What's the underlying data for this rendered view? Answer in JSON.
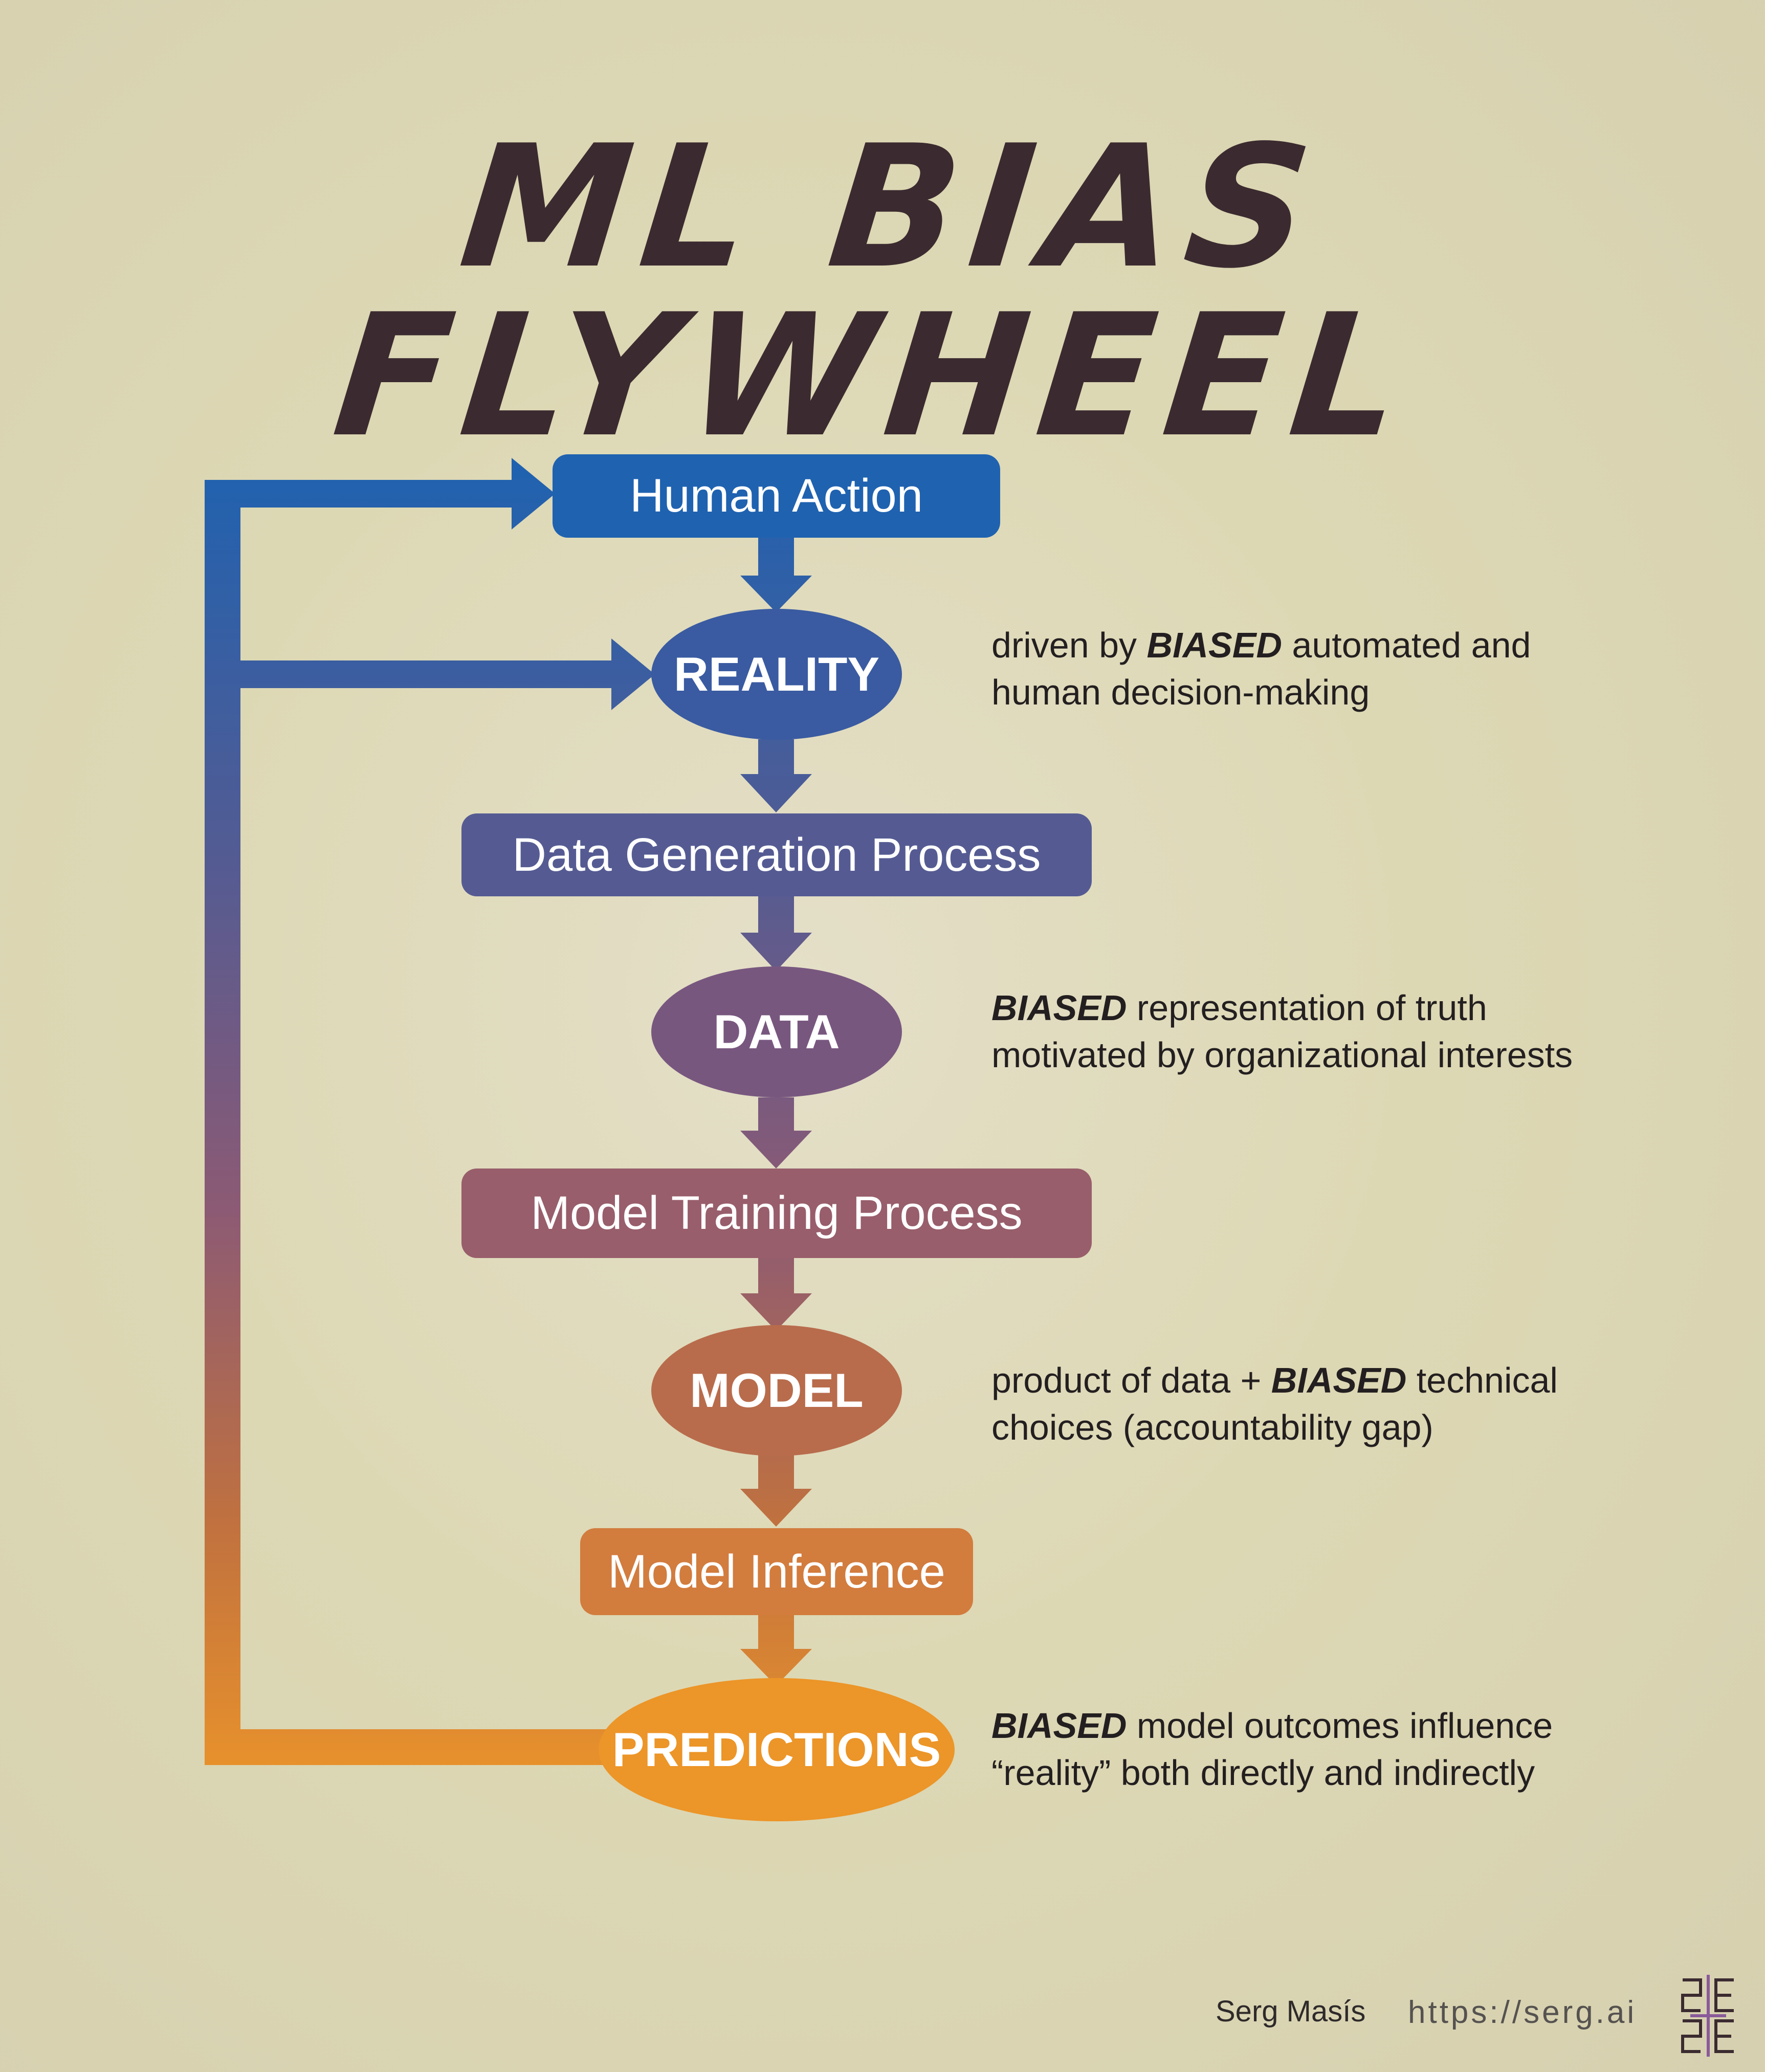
{
  "title": "ML BIAS FLYWHEEL",
  "flow": {
    "human_action": "Human Action",
    "reality": "REALITY",
    "data_generation_process": "Data Generation Process",
    "data": "DATA",
    "model_training_process": "Model Training Process",
    "model": "MODEL",
    "model_inference": "Model Inference",
    "predictions": "PREDICTIONS"
  },
  "notes": {
    "reality": {
      "emph": "BIASED",
      "line1_pre": "driven by ",
      "line1_post": " automated and",
      "line2": "human decision-making"
    },
    "data": {
      "emph": "BIASED",
      "line1_post": " representation of truth",
      "line2": "motivated by organizational interests"
    },
    "model": {
      "emph": "BIASED",
      "line1_pre": "product of data + ",
      "line1_post": " technical",
      "line2": "choices (accountability gap)"
    },
    "predictions": {
      "emph": "BIASED",
      "line1_post": " model outcomes influence",
      "line2": "“reality” both directly and indirectly"
    }
  },
  "footer": {
    "author": "Serg Masís",
    "url": "https://serg.ai"
  },
  "colors": {
    "human_action": "#1f62b0",
    "reality": "#3a5ba1",
    "data_generation_process": "#555b92",
    "data": "#78577f",
    "model_training_process": "#985e6b",
    "model": "#b86c4c",
    "model_inference": "#d27c3e",
    "predictions": "#ec9528",
    "title": "#3b2b30",
    "logo": "#8a5a9a"
  }
}
